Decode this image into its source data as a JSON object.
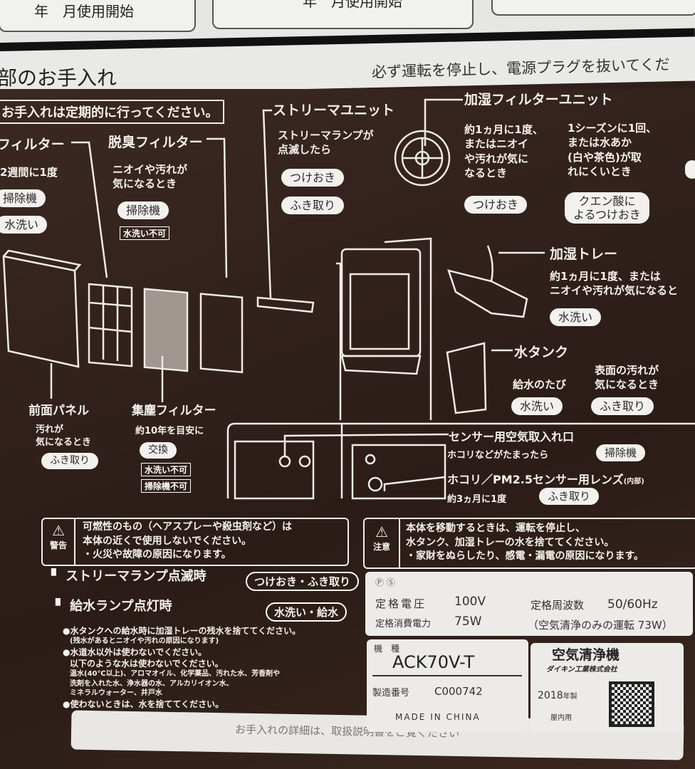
{
  "top_boxes": [
    "年　月使用開始",
    "年　月使用開始"
  ],
  "section_title": "部のお手入れ",
  "top_notice": "必ず運転を停止し、電源プラグを抜いてくだ",
  "intro": "お手入れは定期的に行ってください。",
  "parts": {
    "prefilter": {
      "title": "フィルター",
      "when": "2週間に1度",
      "actions": [
        "掃除機",
        "水洗い"
      ]
    },
    "deodorizing": {
      "title": "脱臭フィルター",
      "when": "ニオイや汚れが\n気になるとき",
      "actions": [
        "掃除機"
      ],
      "tags": [
        "水洗い不可"
      ]
    },
    "streamer": {
      "title": "ストリーマユニット",
      "when": "ストリーマランプが\n点滅したら",
      "actions": [
        "つけおき",
        "ふき取り"
      ]
    },
    "humidifier_filter": {
      "title": "加湿フィルターユニット",
      "when_a": "約1ヵ月に1度、\nまたはニオイ\nや汚れが気に\nなるとき",
      "action_a": "つけおき",
      "when_b": "1シーズンに1回、\nまたは水あか\n(白や茶色)が取\nれにくいとき",
      "action_b": "クエン酸に\nよるつけおき"
    },
    "tray": {
      "title": "加湿トレー",
      "when": "約1ヵ月に1度、または\nニオイや汚れが気になると",
      "actions": [
        "水洗い"
      ]
    },
    "tank": {
      "title": "水タンク",
      "when_a": "給水のたび",
      "action_a": "水洗い",
      "when_b": "表面の汚れが\n気になるとき",
      "action_b": "ふき取り"
    },
    "front_panel": {
      "title": "前面パネル",
      "when": "汚れが\n気になるとき",
      "actions": [
        "ふき取り"
      ]
    },
    "dust_filter": {
      "title": "集塵フィルター",
      "when": "約10年を目安に",
      "actions": [
        "交換"
      ],
      "tags": [
        "水洗い不可",
        "掃除機不可"
      ]
    },
    "sensor_inlet": {
      "title": "センサー用空気取入れ口",
      "when": "ホコリなどがたまったら",
      "actions": [
        "掃除機"
      ]
    },
    "sensor_lens": {
      "title": "ホコリ／PM2.5センサー用レンズ",
      "suffix": "(内部)",
      "when": "約3ヵ月に1度",
      "actions": [
        "ふき取り"
      ]
    }
  },
  "warning": {
    "label": "警告",
    "lines": [
      "可燃性のもの（ヘアスプレーや殺虫剤など）は",
      "本体の近くで使用しないでください。",
      "・火災や故障の原因になります。"
    ]
  },
  "caution": {
    "label": "注意",
    "lines": [
      "本体を移動するときは、運転を停止し、",
      "水タンク、加湿トレーの水を捨ててください。",
      "・家財をぬらしたり、感電・漏電の原因になります。"
    ]
  },
  "lamps": [
    {
      "label": "ストリーマランプ点滅時",
      "action": "つけおき・ふき取り"
    },
    {
      "label": "給水ランプ点灯時",
      "action": "水洗い・給水"
    }
  ],
  "notes": [
    "●水タンクへの給水時に加湿トレーの残水を捨ててください。",
    "(残水があるとニオイや汚れの原因になります)",
    "●水道水以外は使わないでください。",
    "以下のような水は使わないでください。",
    "温水(40℃以上)、アロマオイル、化学薬品、汚れた水、芳香剤や",
    "洗剤を入れた水、浄水器の水、アルカリイオン水、",
    "ミネラルウォーター、井戸水",
    "●使わないときは、水を捨ててください。"
  ],
  "footer": "お手入れの詳細は、取扱説明書をご覧ください",
  "rating": {
    "voltage_label": "定格電圧",
    "voltage": "100V",
    "freq_label": "定格周波数",
    "freq": "50/60Hz",
    "power_label": "定格消費電力",
    "power": "75W",
    "air_only": "（空気清浄のみの運転 73W）"
  },
  "model": {
    "label": "機　種",
    "value": "ACK70V-T",
    "serial_label": "製造番号",
    "serial": "C000742",
    "origin": "MADE IN CHINA"
  },
  "product": {
    "name": "空気清浄機",
    "maker": "ダイキン工業株式会社",
    "year": "2018",
    "year_suffix": "年製",
    "use": "屋内用"
  }
}
